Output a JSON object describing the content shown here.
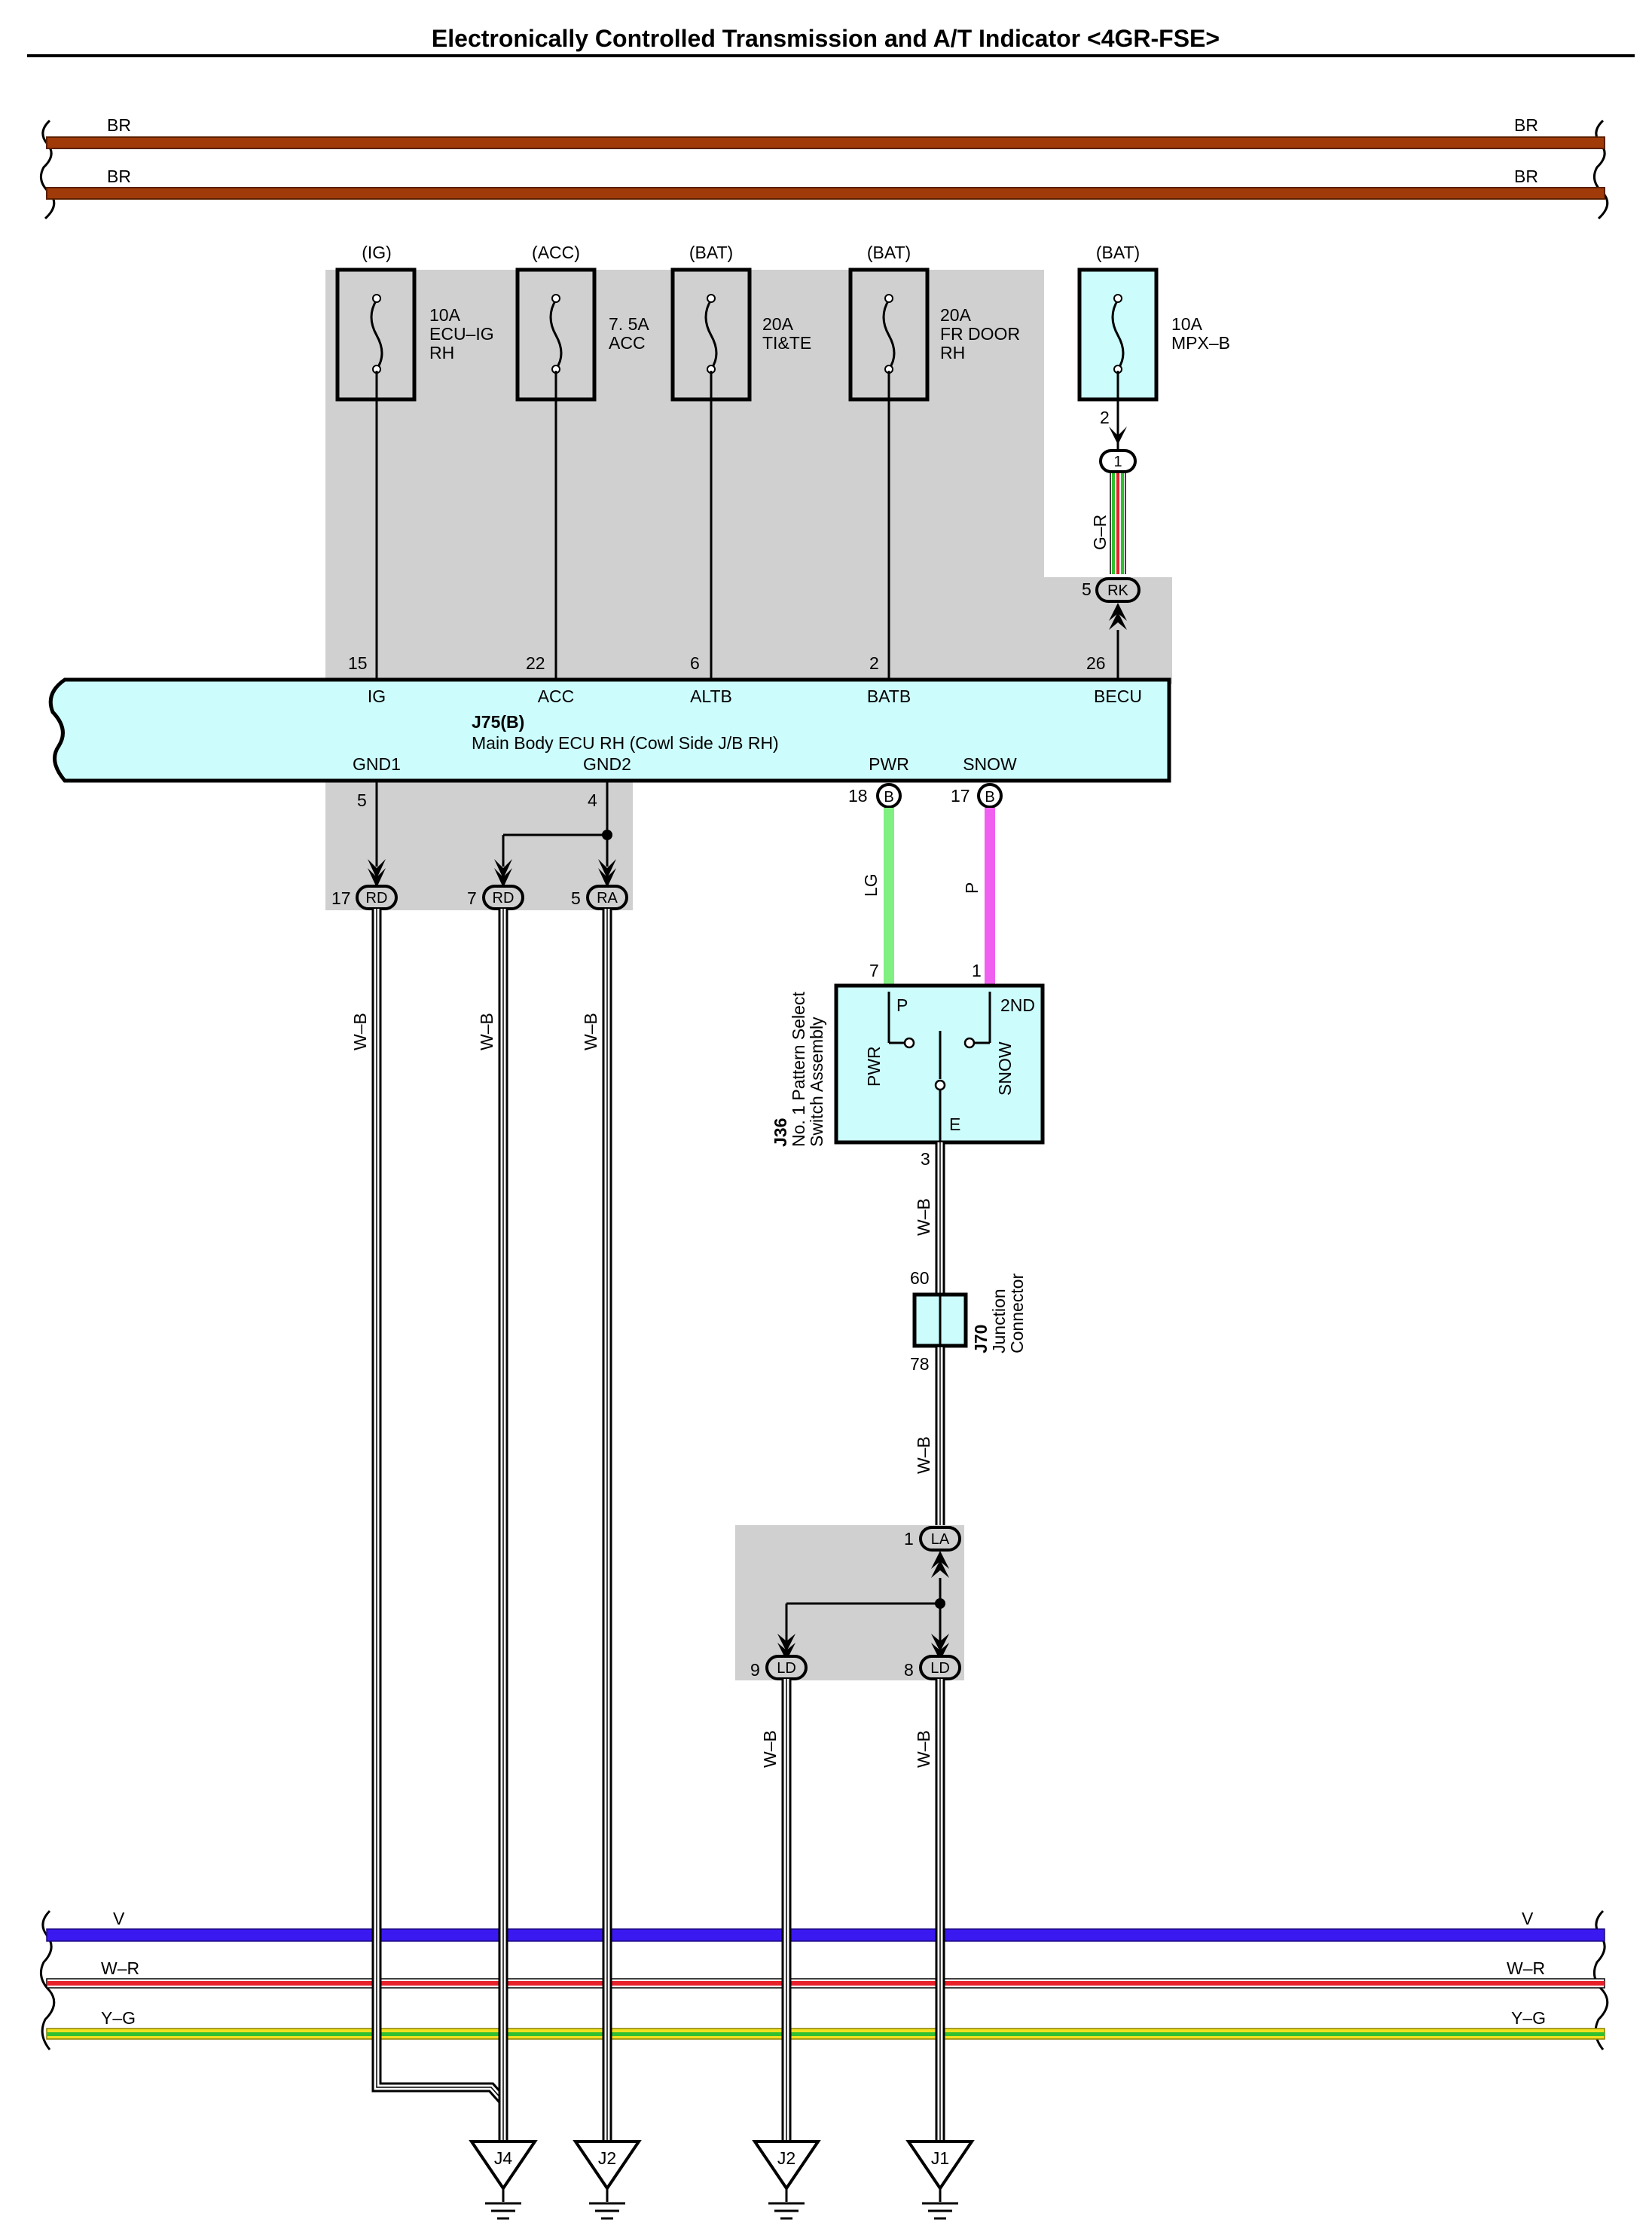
{
  "title": "Electronically Controlled Transmission and A/T Indicator <4GR-FSE>",
  "colors": {
    "BR": "#a03a08",
    "V": "#3a18f0",
    "R": "#e8202a",
    "Y": "#f0e020",
    "G": "#30c030",
    "LG": "#80f080",
    "P": "#f060f0",
    "component": "#ccfcfc",
    "shade": "#d0d0d0"
  },
  "bus_top": [
    {
      "left": "BR",
      "right": "BR"
    },
    {
      "left": "BR",
      "right": "BR"
    }
  ],
  "bus_bottom": [
    {
      "left": "V",
      "right": "V"
    },
    {
      "left": "W–R",
      "right": "W–R"
    },
    {
      "left": "Y–G",
      "right": "Y–G"
    }
  ],
  "fuses": [
    {
      "source": "(IG)",
      "line1": "10A",
      "line2": "ECU–IG",
      "line3": "RH"
    },
    {
      "source": "(ACC)",
      "line1": "7. 5A",
      "line2": "ACC",
      "line3": ""
    },
    {
      "source": "(BAT)",
      "line1": "20A",
      "line2": "TI&TE",
      "line3": ""
    },
    {
      "source": "(BAT)",
      "line1": "20A",
      "line2": "FR DOOR",
      "line3": "RH"
    },
    {
      "source": "(BAT)",
      "line1": "10A",
      "line2": "MPX–B",
      "line3": ""
    }
  ],
  "mpx_pin": "2",
  "conn_1": "1",
  "wire_gr": "G–R",
  "rk_pin": "5",
  "rk": "RK",
  "ecu": {
    "id": "J75(B)",
    "name": "Main Body ECU RH (Cowl Side J/B RH)",
    "top_pins": [
      {
        "num": "15",
        "name": "IG"
      },
      {
        "num": "22",
        "name": "ACC"
      },
      {
        "num": "6",
        "name": "ALTB"
      },
      {
        "num": "2",
        "name": "BATB"
      },
      {
        "num": "26",
        "name": "BECU"
      }
    ],
    "gnd1": {
      "name": "GND1",
      "num": "5"
    },
    "gnd2": {
      "name": "GND2",
      "num": "4"
    },
    "pwr": {
      "name": "PWR",
      "num": "18",
      "conn": "B"
    },
    "snow": {
      "name": "SNOW",
      "num": "17",
      "conn": "B"
    }
  },
  "ground_conns": [
    {
      "pin": "17",
      "id": "RD"
    },
    {
      "pin": "7",
      "id": "RD"
    },
    {
      "pin": "5",
      "id": "RA"
    }
  ],
  "wire_wb": "W–B",
  "wire_lg": "LG",
  "wire_p": "P",
  "switch": {
    "id": "J36",
    "name1": "No. 1 Pattern Select",
    "name2": "Switch Assembly",
    "pin7": "7",
    "pin1": "1",
    "pin3": "3",
    "p": "P",
    "nd": "2ND",
    "pwr": "PWR",
    "snow": "SNOW",
    "e": "E"
  },
  "junction": {
    "id": "J70",
    "line1": "Junction",
    "line2": "Connector",
    "pin_top": "60",
    "pin_bot": "78"
  },
  "la": {
    "pin": "1",
    "id": "LA"
  },
  "ld": [
    {
      "pin": "9",
      "id": "LD"
    },
    {
      "pin": "8",
      "id": "LD"
    }
  ],
  "grounds": [
    "J4",
    "J2",
    "J2",
    "J1"
  ]
}
